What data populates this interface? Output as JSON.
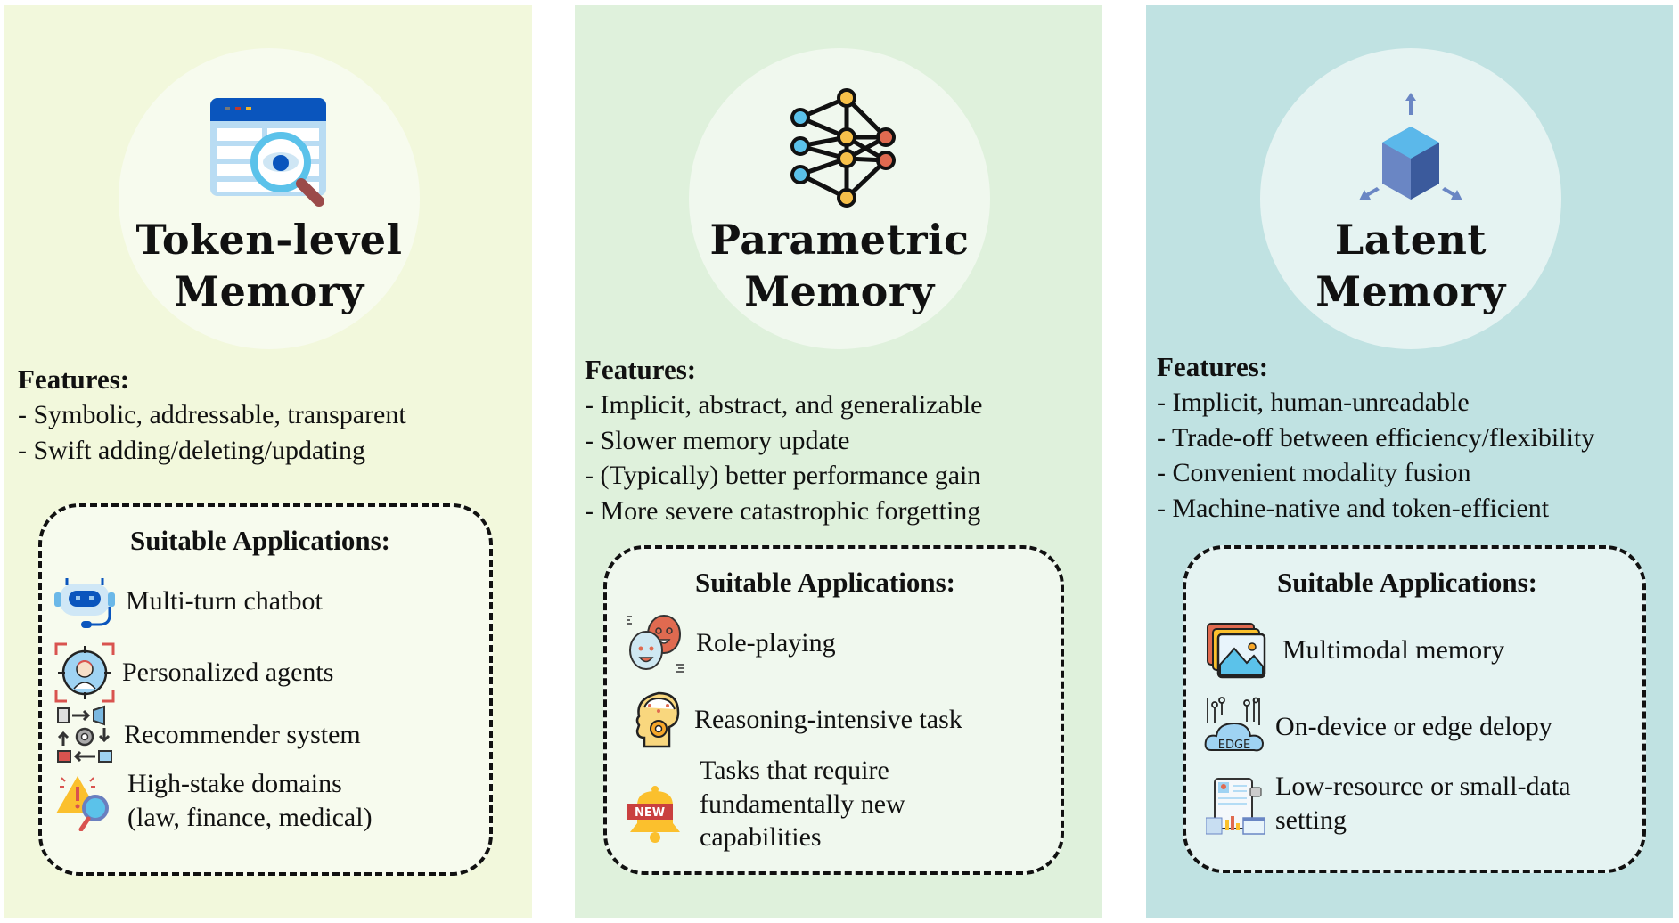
{
  "panels": [
    {
      "key": "token",
      "title_line1": "Token-level",
      "title_line2": "Memory",
      "hero_icon": "table-magnifier-eye-icon",
      "features_heading": "Features:",
      "features": [
        "- Symbolic, addressable, transparent",
        "- Swift adding/deleting/updating"
      ],
      "applications_heading": "Suitable Applications:",
      "applications": [
        {
          "icon": "chatbot-headset-icon",
          "lines": [
            "Multi-turn chatbot"
          ]
        },
        {
          "icon": "personalized-agent-target-icon",
          "lines": [
            "Personalized agents"
          ]
        },
        {
          "icon": "recommender-cycle-icon",
          "lines": [
            "Recommender system"
          ]
        },
        {
          "icon": "warning-magnifier-icon",
          "lines": [
            "High-stake domains",
            "(law, finance, medical)"
          ]
        }
      ],
      "colors": {
        "panel": "#f2f8dc",
        "circle": "#f7fbee"
      }
    },
    {
      "key": "param",
      "title_line1": "Parametric",
      "title_line2": "Memory",
      "hero_icon": "neural-network-icon",
      "features_heading": "Features:",
      "features": [
        "- Implicit, abstract, and generalizable",
        "- Slower memory update",
        "- (Typically) better performance gain",
        "- More severe catastrophic forgetting"
      ],
      "applications_heading": "Suitable Applications:",
      "applications": [
        {
          "icon": "theater-masks-icon",
          "lines": [
            "Role-playing"
          ]
        },
        {
          "icon": "brain-gear-head-icon",
          "lines": [
            "Reasoning-intensive task"
          ]
        },
        {
          "icon": "new-bell-icon",
          "lines": [
            "Tasks that require",
            "fundamentally new",
            "capabilities"
          ]
        }
      ],
      "colors": {
        "panel": "#dff1dc",
        "circle": "#f0f8ee"
      }
    },
    {
      "key": "latent",
      "title_line1": "Latent",
      "title_line2": "Memory",
      "hero_icon": "cube-axes-icon",
      "features_heading": "Features:",
      "features": [
        "- Implicit, human-unreadable",
        "- Trade-off between efficiency/flexibility",
        "- Convenient modality fusion",
        "- Machine-native and token-efficient"
      ],
      "applications_heading": "Suitable Applications:",
      "applications": [
        {
          "icon": "multimodal-images-icon",
          "lines": [
            "Multimodal memory"
          ]
        },
        {
          "icon": "edge-cloud-icon",
          "lines": [
            "On-device or edge delopy"
          ]
        },
        {
          "icon": "small-data-dashboard-icon",
          "lines": [
            "Low-resource or small-data",
            "setting"
          ]
        }
      ],
      "colors": {
        "panel": "#c0e2e2",
        "circle": "#e5f3f2"
      }
    }
  ]
}
